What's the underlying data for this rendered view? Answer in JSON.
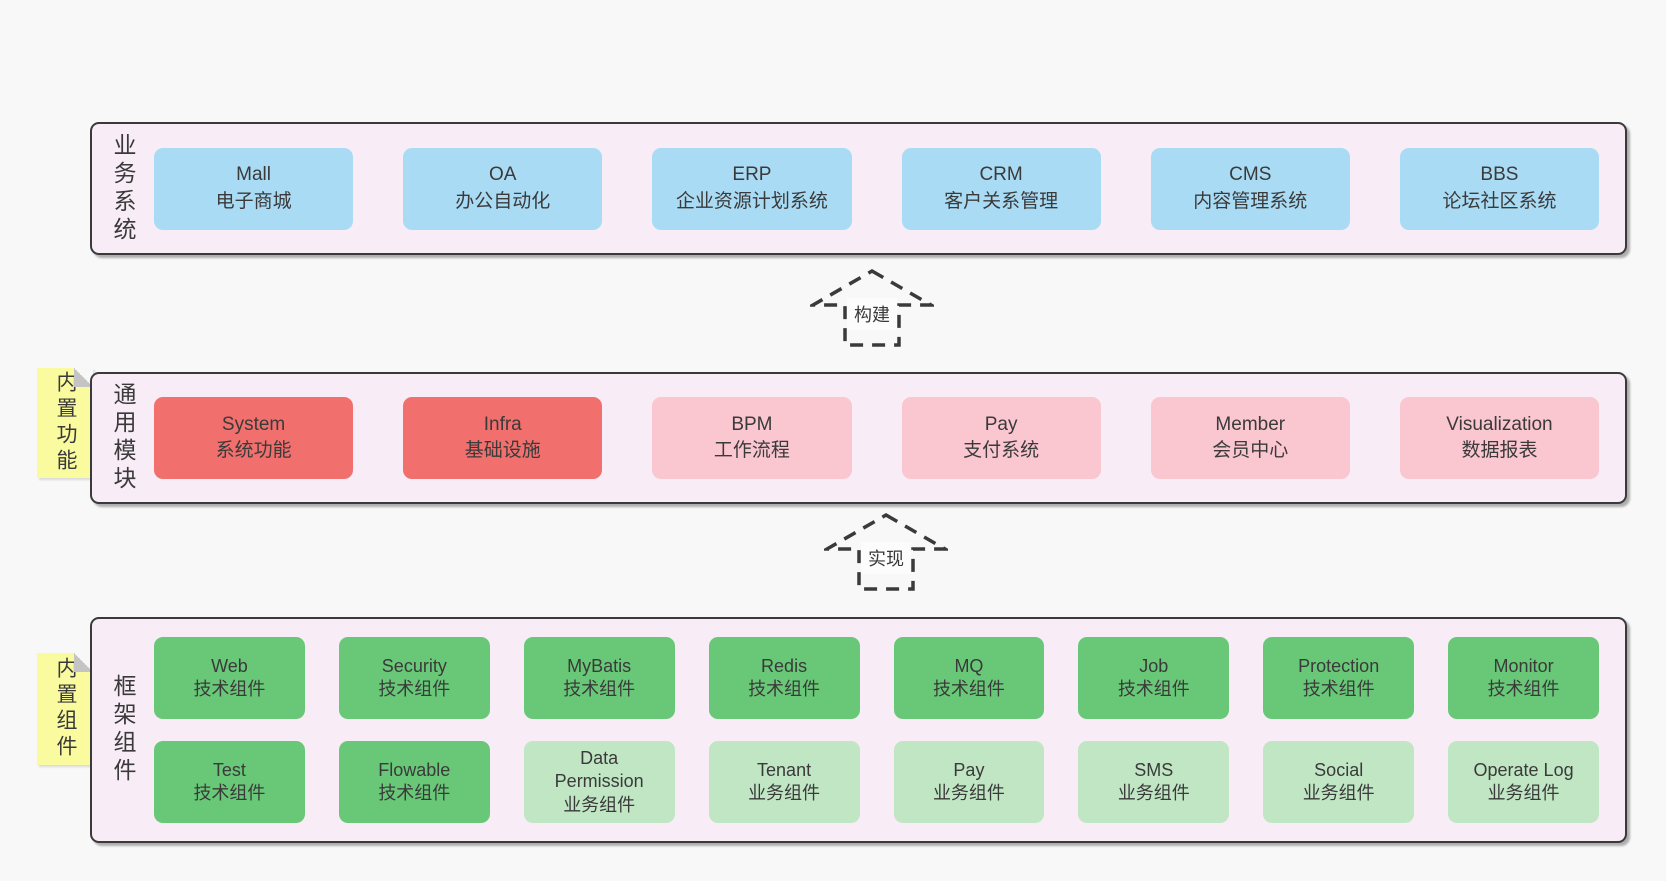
{
  "colors": {
    "bg": "#f8f8f8",
    "container-bg": "#f8edf6",
    "border": "#3a3a3a",
    "text": "#3a3a3a",
    "blue": "#a9dbf4",
    "red": "#f16f6d",
    "pink": "#fac6d0",
    "green-dark": "#68c877",
    "green-light": "#c0e6c4",
    "yellow": "#fafa9e",
    "fold": "#c4c4c4",
    "arrow-label-bg": "#fcfcfc"
  },
  "arrows": {
    "build": "构建",
    "implement": "实现"
  },
  "sections": {
    "business": {
      "label": "业务系统",
      "boxes": [
        {
          "name": "Mall",
          "desc": "电子商城"
        },
        {
          "name": "OA",
          "desc": "办公自动化"
        },
        {
          "name": "ERP",
          "desc": "企业资源计划系统"
        },
        {
          "name": "CRM",
          "desc": "客户关系管理"
        },
        {
          "name": "CMS",
          "desc": "内容管理系统"
        },
        {
          "name": "BBS",
          "desc": "论坛社区系统"
        }
      ]
    },
    "modules": {
      "label": "通用模块",
      "note": "内置功能",
      "boxes": [
        {
          "name": "System",
          "desc": "系统功能"
        },
        {
          "name": "Infra",
          "desc": "基础设施"
        },
        {
          "name": "BPM",
          "desc": "工作流程"
        },
        {
          "name": "Pay",
          "desc": "支付系统"
        },
        {
          "name": "Member",
          "desc": "会员中心"
        },
        {
          "name": "Visualization",
          "desc": "数据报表"
        }
      ]
    },
    "framework": {
      "label": "框架组件",
      "note": "内置组件",
      "rows": [
        [
          {
            "name": "Web",
            "desc": "技术组件"
          },
          {
            "name": "Security",
            "desc": "技术组件"
          },
          {
            "name": "MyBatis",
            "desc": "技术组件"
          },
          {
            "name": "Redis",
            "desc": "技术组件"
          },
          {
            "name": "MQ",
            "desc": "技术组件"
          },
          {
            "name": "Job",
            "desc": "技术组件"
          },
          {
            "name": "Protection",
            "desc": "技术组件"
          },
          {
            "name": "Monitor",
            "desc": "技术组件"
          }
        ],
        [
          {
            "name": "Test",
            "desc": "技术组件"
          },
          {
            "name": "Flowable",
            "desc": "技术组件"
          },
          {
            "name": "Data Permission",
            "desc": "业务组件"
          },
          {
            "name": "Tenant",
            "desc": "业务组件"
          },
          {
            "name": "Pay",
            "desc": "业务组件"
          },
          {
            "name": "SMS",
            "desc": "业务组件"
          },
          {
            "name": "Social",
            "desc": "业务组件"
          },
          {
            "name": "Operate Log",
            "desc": "业务组件"
          }
        ]
      ]
    }
  }
}
